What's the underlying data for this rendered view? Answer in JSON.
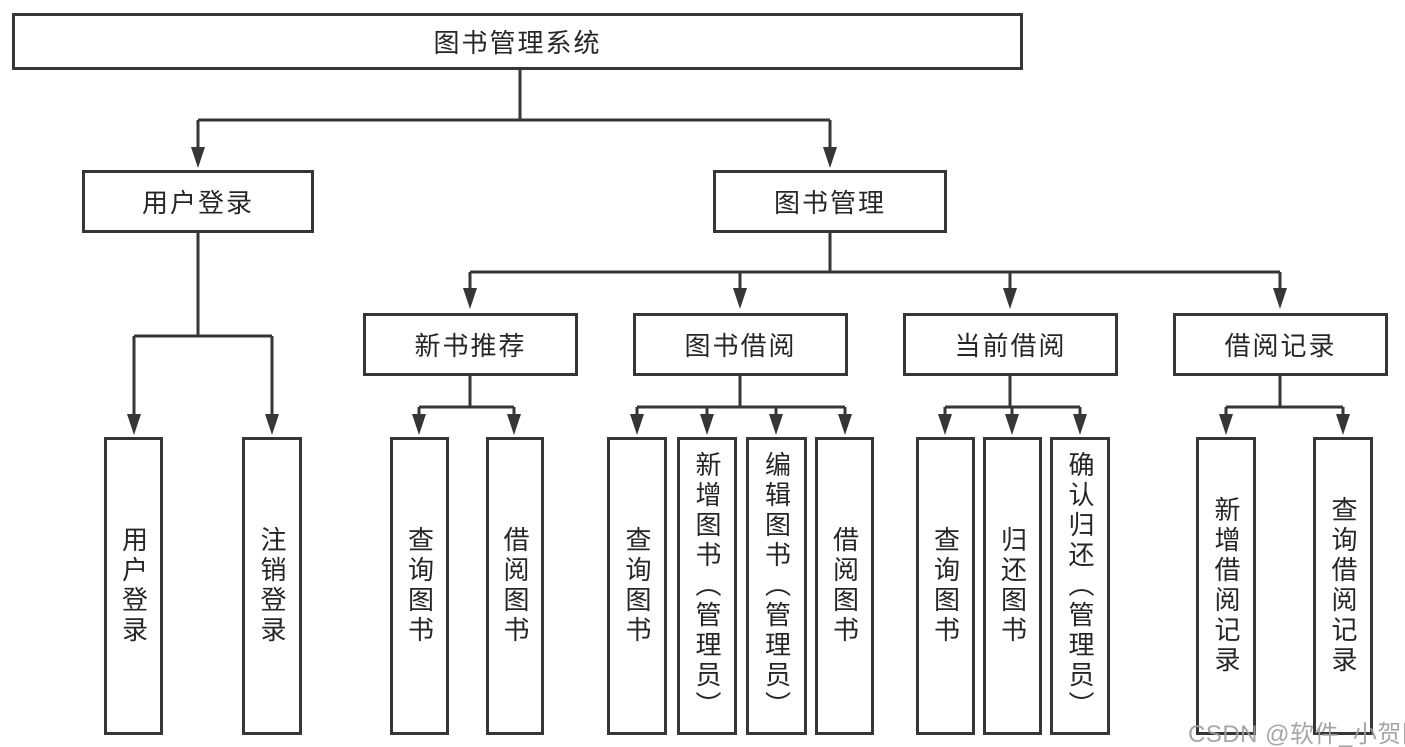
{
  "tree": {
    "label": "图书管理系统",
    "children": [
      {
        "label": "用户登录",
        "children": [
          {
            "label": "用户登录"
          },
          {
            "label": "注销登录"
          }
        ]
      },
      {
        "label": "图书管理",
        "children": [
          {
            "label": "新书推荐",
            "children": [
              {
                "label": "查询图书"
              },
              {
                "label": "借阅图书"
              }
            ]
          },
          {
            "label": "图书借阅",
            "children": [
              {
                "label": "查询图书"
              },
              {
                "label": "新增图书（管理员）"
              },
              {
                "label": "编辑图书（管理员）"
              },
              {
                "label": "借阅图书"
              }
            ]
          },
          {
            "label": "当前借阅",
            "children": [
              {
                "label": "查询图书"
              },
              {
                "label": "归还图书"
              },
              {
                "label": "确认归还（管理员）"
              }
            ]
          },
          {
            "label": "借阅记录",
            "children": [
              {
                "label": "新增借阅记录"
              },
              {
                "label": "查询借阅记录"
              }
            ]
          }
        ]
      }
    ]
  },
  "watermark": {
    "text": "CSDN @软件_小贺同学",
    "color": "#9e9e9e"
  },
  "colors": {
    "line": "#363636",
    "text": "#262626",
    "background": "#ffffff"
  }
}
